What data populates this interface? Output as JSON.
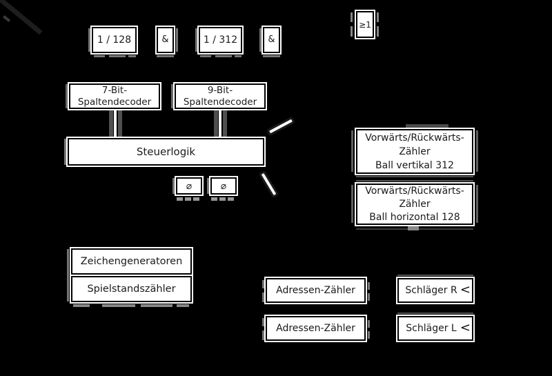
{
  "diagram": {
    "colors": {
      "background": "#000000",
      "box_fill": "#ffffff",
      "box_border": "#000000",
      "text": "#1a1a1a",
      "wire_halo": "#777777",
      "bus_highlight": "#ffffff"
    },
    "boxes": {
      "divider128": {
        "label": "1 / 128"
      },
      "and_gate_1": {
        "label": "&"
      },
      "divider312": {
        "label": "1 / 312"
      },
      "and_gate_2": {
        "label": "&"
      },
      "or_gate": {
        "label": "≥1"
      },
      "decoder7": {
        "lines": [
          "7-Bit-",
          "Spaltendecoder"
        ]
      },
      "decoder9": {
        "lines": [
          "9-Bit-",
          "Spaltendecoder"
        ]
      },
      "steuerlogik": {
        "label": "Steuerlogik"
      },
      "modulator_1": {
        "symbol": "⌀"
      },
      "modulator_2": {
        "symbol": "⌀"
      },
      "counter_ball_vertical": {
        "lines": [
          "Vorwärts/Rückwärts-",
          "Zähler",
          "Ball vertikal 312"
        ]
      },
      "counter_ball_horizontal": {
        "lines": [
          "Vorwärts/Rückwärts-",
          "Zähler",
          "Ball horizontal 128"
        ]
      },
      "zeichengeneratoren": {
        "label": "Zeichengeneratoren"
      },
      "spielstandszaehler": {
        "label": "Spielstandszähler"
      },
      "adressen_zaehler_1": {
        "label": "Adressen-Zähler"
      },
      "adressen_zaehler_2": {
        "label": "Adressen-Zähler"
      },
      "schlaeger_r": {
        "label": "Schläger R",
        "arrow": "<"
      },
      "schlaeger_l": {
        "label": "Schläger L",
        "arrow": "<"
      }
    }
  }
}
